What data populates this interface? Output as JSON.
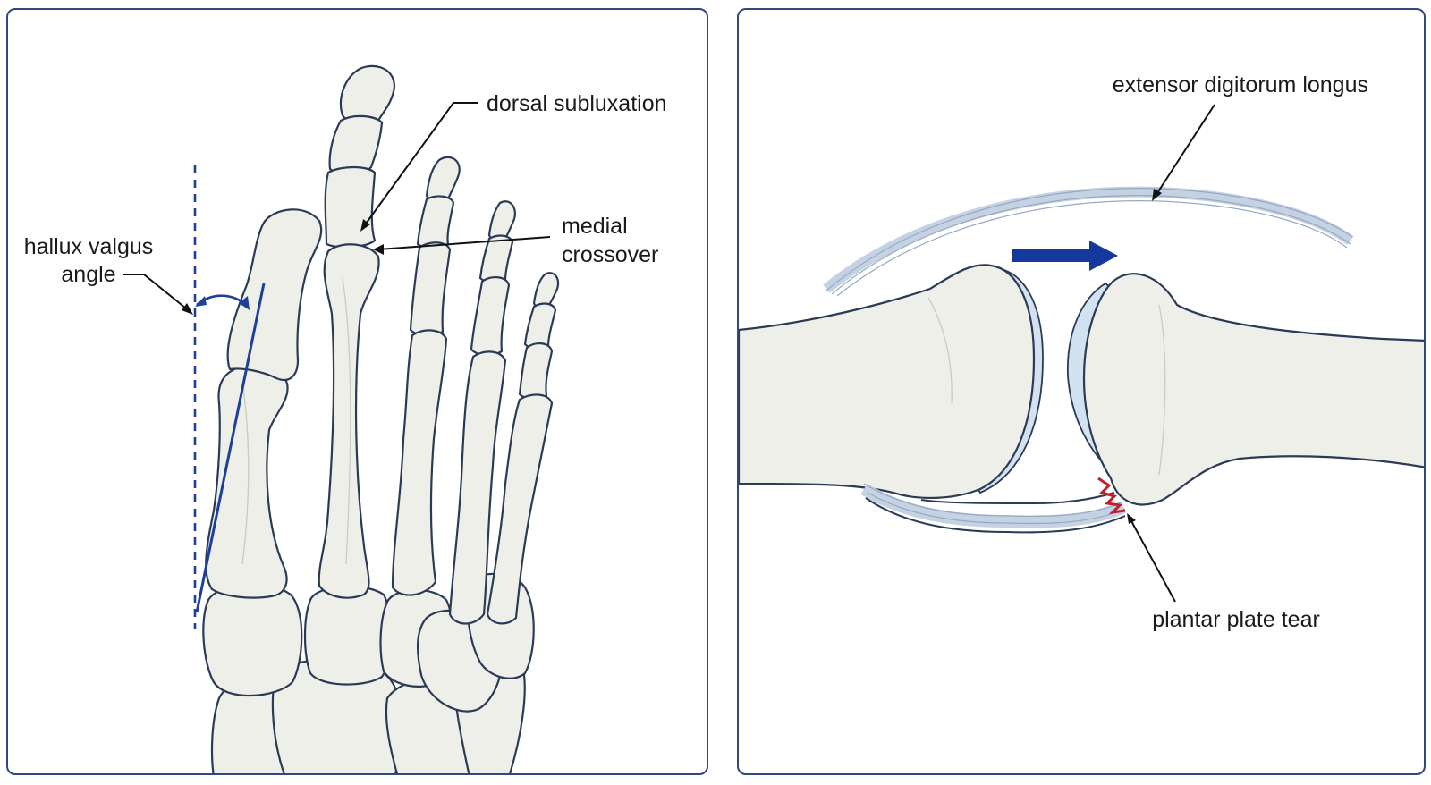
{
  "left_panel": {
    "labels": {
      "hallux_valgus_line1": "hallux valgus",
      "hallux_valgus_line2": "angle",
      "dorsal_subluxation": "dorsal subluxation",
      "medial_line1": "medial",
      "medial_line2": "crossover"
    }
  },
  "right_panel": {
    "labels": {
      "extensor": "extensor digitorum longus",
      "plantar_plate_tear": "plantar plate tear"
    }
  },
  "colors": {
    "bone_fill": "#efefe9",
    "outline": "#2c3b55",
    "angle_line": "#1f3f99",
    "cartilage": "#d2e2f1",
    "arrow": "#14389c",
    "tear": "#c0202a",
    "panel_border": "#2f4a7a"
  }
}
